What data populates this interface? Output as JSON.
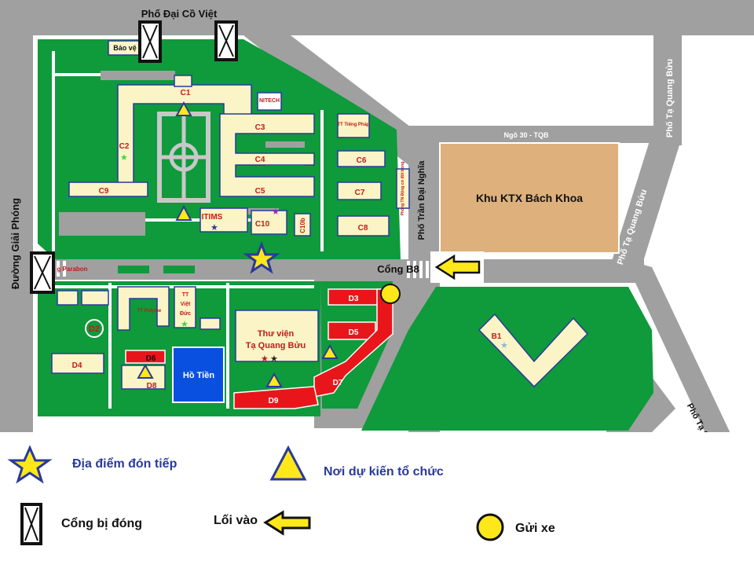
{
  "streets": {
    "dai_co_viet": "Phố Đại Cồ Việt",
    "giai_phong": "Đường Giải Phóng",
    "tran_dai_nghia": "Phố Trần Đại Nghĩa",
    "ta_quang_buu_top": "Phố Tạ Quang Bửu",
    "ta_quang_buu_mid": "Phố Tạ Quang Bửu",
    "ta_quang_buu_bottom": "Phố Tạ Quang Bửu",
    "ngo30": "Ngõ 30 - TQB"
  },
  "buildings": {
    "bao_ve": "Bảo vệ",
    "c1": "C1",
    "c2": "C2",
    "c3": "C3",
    "c4": "C4",
    "c5": "C5",
    "c6": "C6",
    "c7": "C7",
    "c8": "C8",
    "c9": "C9",
    "c10": "C10",
    "c10b": "C10b",
    "nitech": "NITECH",
    "itims": "ITIMS",
    "tt_tieng_phap": "TT Tiếng Pháp",
    "phong_tn": "Phòng TN Động cơ đốt trong",
    "parabon": "g Parabon",
    "d2": "D2",
    "d3": "D3",
    "d4": "D4",
    "d5": "D5",
    "d6": "D6",
    "d7": "D7",
    "d8": "D8",
    "d9": "D9",
    "tt_polyme": "TT Polyme",
    "tt_viet_duc_1": "TT",
    "tt_viet_duc_2": "Việt",
    "tt_viet_duc_3": "Đức",
    "thu_vien_1": "Thư viện",
    "thu_vien_2": "Tạ Quang Bửu",
    "ho_tien": "Hồ Tiền",
    "ktx": "Khu KTX Bách Khoa",
    "b1": "B1",
    "cong_b8": "Cổng B8"
  },
  "legend": {
    "don_tiep": "Địa điểm đón tiếp",
    "noi_to_chuc": "Nơi dự kiến tổ chức",
    "cong_dong": "Cổng bị đóng",
    "loi_vao": "Lối vào",
    "gui_xe": "Gửi xe"
  },
  "colors": {
    "road": "#a0a0a0",
    "grass": "#0f9a3c",
    "building": "#fbf4c6",
    "outline": "#2a3a9a",
    "red_building": "#e8161b",
    "lake": "#0a50e0",
    "ktx": "#deb07c",
    "marker_yellow": "#ffe81a",
    "label_red": "#c41a1a"
  }
}
